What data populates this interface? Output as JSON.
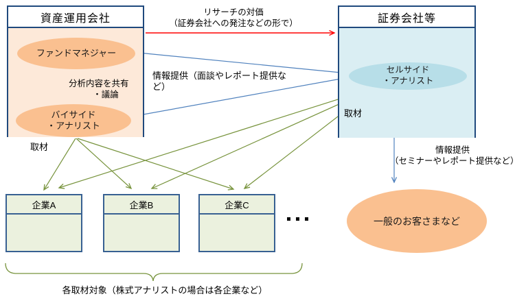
{
  "asset_company": {
    "title": "資産運用会社",
    "fund_manager": "ファンドマネジャー",
    "buyside_line1": "バイサイド",
    "buyside_line2": "・アナリスト",
    "share_line1": "分析内容を共有",
    "share_line2": "・議論"
  },
  "securities": {
    "title": "証券会社等",
    "sellside_line1": "セルサイド",
    "sellside_line2": "・アナリスト"
  },
  "labels": {
    "research_line1": "リサーチの対価",
    "research_line2": "（証券会社への発注などの形で）",
    "info_provision_left": "情報提供（面談やレポート提供など）",
    "coverage_left": "取材",
    "coverage_right": "取材",
    "info_provision_right_line1": "情報提供",
    "info_provision_right_line2": "（セミナーやレポート提供など）",
    "bottom_note": "各取材対象（株式アナリストの場合は各企業など）"
  },
  "companies": [
    {
      "label": "企業A"
    },
    {
      "label": "企業B"
    },
    {
      "label": "企業C"
    }
  ],
  "customers": {
    "label": "一般のお客さまなど"
  },
  "colors": {
    "box_border": "#1F497D",
    "asset_body": "#FDE9D9",
    "securities_body": "#DAEEF3",
    "orange_ellipse": "#FAC090",
    "sellside_ellipse": "#B7DEE8",
    "company_fill": "#EBF1DE",
    "company_border": "#376092",
    "arrow_green": "#77933C",
    "arrow_blue": "#4F81BD",
    "arrow_red": "#FF0000"
  }
}
